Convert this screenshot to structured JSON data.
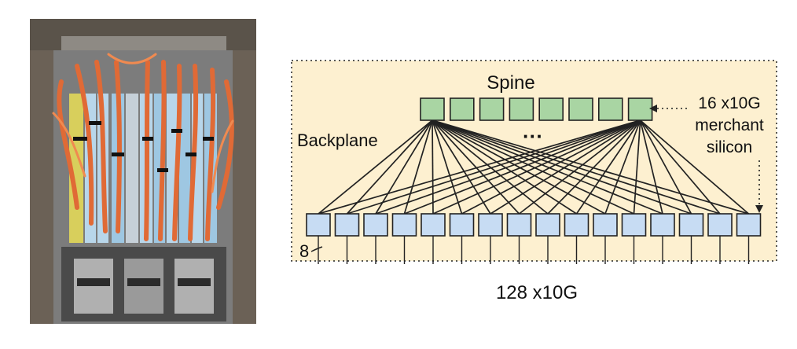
{
  "diagram": {
    "spine_label": "Spine",
    "backplane_label": "Backplane",
    "spine_ellipsis": "···",
    "spine_count": 8,
    "leaf_count": 16,
    "spine_note_lines": [
      "16 x10G",
      "merchant",
      "silicon"
    ],
    "leaf_port_label": "8",
    "bottom_label": "128 x10G",
    "colors": {
      "background": "#fdf0d0",
      "spine_fill": "#a9d5a3",
      "leaf_fill": "#c7dcf3",
      "stroke": "#222222"
    }
  },
  "photo": {
    "subject": "switch-chassis-with-orange-fiber-cables"
  }
}
